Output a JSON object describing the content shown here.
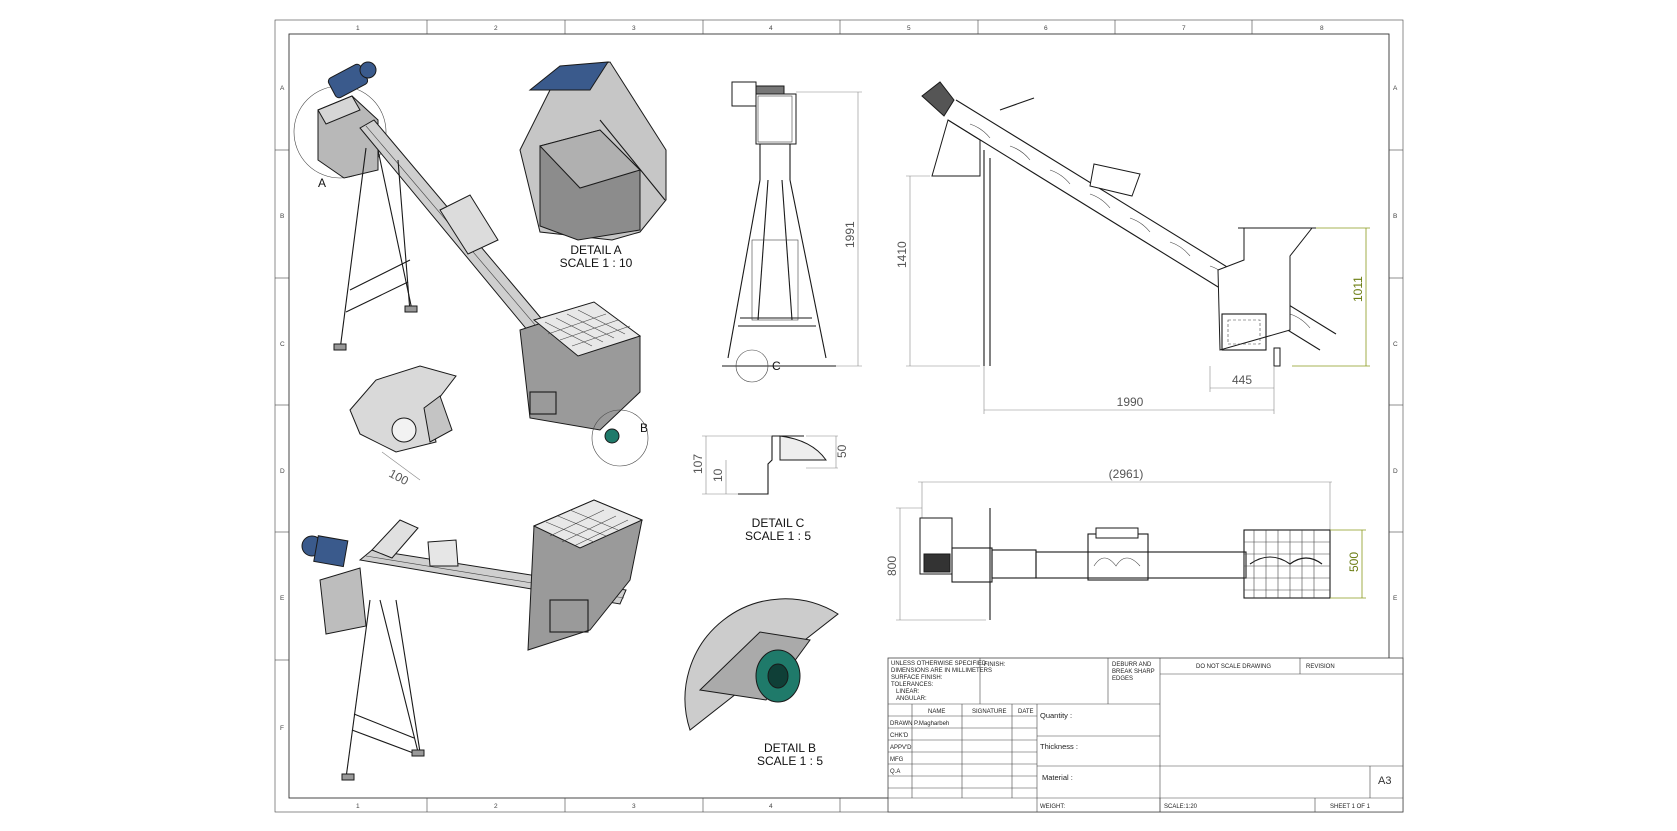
{
  "zones": {
    "columns": [
      "1",
      "2",
      "3",
      "4",
      "5",
      "6",
      "7",
      "8"
    ],
    "rows": [
      "A",
      "B",
      "C",
      "D",
      "E",
      "F"
    ]
  },
  "details": {
    "a_title": "DETAIL A",
    "a_scale": "SCALE 1 : 10",
    "a_callout": "A",
    "b_title": "DETAIL B",
    "b_scale": "SCALE 1 : 5",
    "b_callout": "B",
    "c_title": "DETAIL C",
    "c_scale": "SCALE 1 : 5",
    "c_callout": "C"
  },
  "dimensions": {
    "iso_100": "100",
    "front_1991": "1991",
    "side_1410": "1410",
    "side_1011": "1011",
    "side_445": "445",
    "side_1990": "1990",
    "top_2961": "(2961)",
    "top_800": "800",
    "top_500": "500",
    "c_107": "107",
    "c_10": "10",
    "c_50": "50"
  },
  "colors": {
    "line": "#1a1a1a",
    "motor_blue": "#3a5a8c",
    "bearing_green": "#1f7a6a",
    "hopper_gray": "#8c8c8c",
    "dimension_green": "#6b7d12"
  },
  "title_block": {
    "notes_1": "UNLESS OTHERWISE SPECIFIED:",
    "notes_2": "DIMENSIONS ARE IN MILLIMETERS",
    "notes_3": "SURFACE FINISH:",
    "notes_4": "TOLERANCES:",
    "notes_5": "LINEAR:",
    "notes_6": "ANGULAR:",
    "finish": "FINISH:",
    "deburr_1": "DEBURR AND",
    "deburr_2": "BREAK SHARP",
    "deburr_3": "EDGES",
    "do_not_scale": "DO NOT SCALE DRAWING",
    "revision": "REVISION",
    "col_name": "NAME",
    "col_signature": "SIGNATURE",
    "col_date": "DATE",
    "row_drawn": "DRAWN",
    "row_chkd": "CHK'D",
    "row_appvd": "APPV'D",
    "row_mfg": "MFG",
    "row_qa": "Q.A",
    "drawn_name": "P.Magharbeh",
    "quantity": "Quantity :",
    "thickness": "Thickness :",
    "material": "Material :",
    "weight": "WEIGHT:",
    "scale": "SCALE:1:20",
    "sheet": "SHEET 1 OF 1",
    "size": "A3"
  }
}
